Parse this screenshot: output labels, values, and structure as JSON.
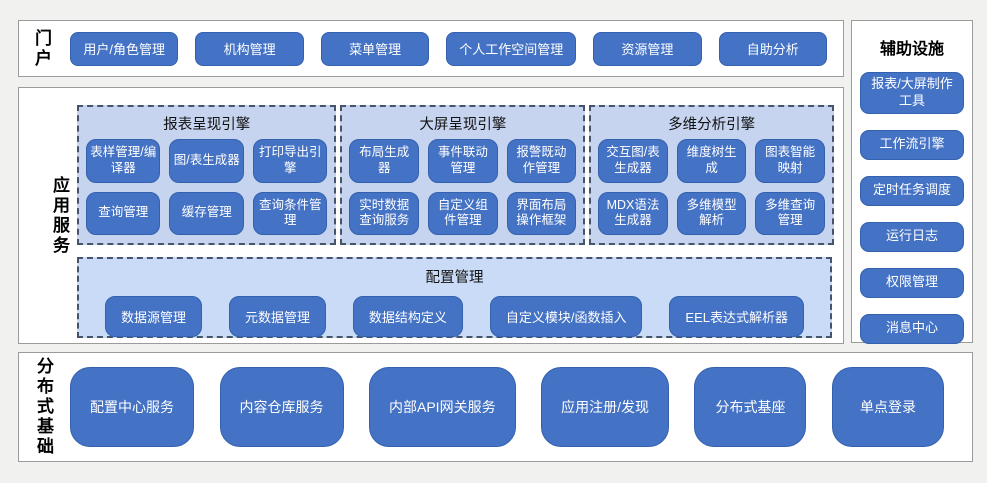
{
  "colors": {
    "page_bg": "#f1f1ef",
    "panel_bg": "#ffffff",
    "panel_border": "#9b9b9b",
    "button_fill": "#4472c4",
    "button_border": "#3461ae",
    "button_text": "#ffffff",
    "engine_group_fill": "#c7d4f0",
    "config_group_fill": "#c9dbf7",
    "dashed_border": "#44546a",
    "label_text": "#000000"
  },
  "portal": {
    "label": "门户",
    "buttons": [
      "用户/角色管理",
      "机构管理",
      "菜单管理",
      "个人工作空间管理",
      "资源管理",
      "自助分析"
    ]
  },
  "app_services": {
    "label": "应用服务",
    "engines": [
      {
        "title": "报表呈现引擎",
        "rows": [
          [
            "表样管理/编译器",
            "图/表生成器",
            "打印导出引擎"
          ],
          [
            "查询管理",
            "缓存管理",
            "查询条件管理"
          ]
        ]
      },
      {
        "title": "大屏呈现引擎",
        "rows": [
          [
            "布局生成器",
            "事件联动管理",
            "报警既动作管理"
          ],
          [
            "实时数据查询服务",
            "自定义组件管理",
            "界面布局操作框架"
          ]
        ]
      },
      {
        "title": "多维分析引擎",
        "rows": [
          [
            "交互图/表生成器",
            "维度树生成",
            "图表智能映射"
          ],
          [
            "MDX语法生成器",
            "多维模型解析",
            "多维查询管理"
          ]
        ]
      }
    ],
    "config": {
      "title": "配置管理",
      "buttons": [
        "数据源管理",
        "元数据管理",
        "数据结构定义",
        "自定义模块/函数插入",
        "EEL表达式解析器"
      ]
    }
  },
  "auxiliary": {
    "label": "辅助设施",
    "buttons": [
      "报表/大屏制作工具",
      "工作流引擎",
      "定时任务调度",
      "运行日志",
      "权限管理",
      "消息中心"
    ]
  },
  "distributed": {
    "label": "分布式基础",
    "buttons": [
      "配置中心服务",
      "内容仓库服务",
      "内部API网关服务",
      "应用注册/发现",
      "分布式基座",
      "单点登录"
    ]
  }
}
